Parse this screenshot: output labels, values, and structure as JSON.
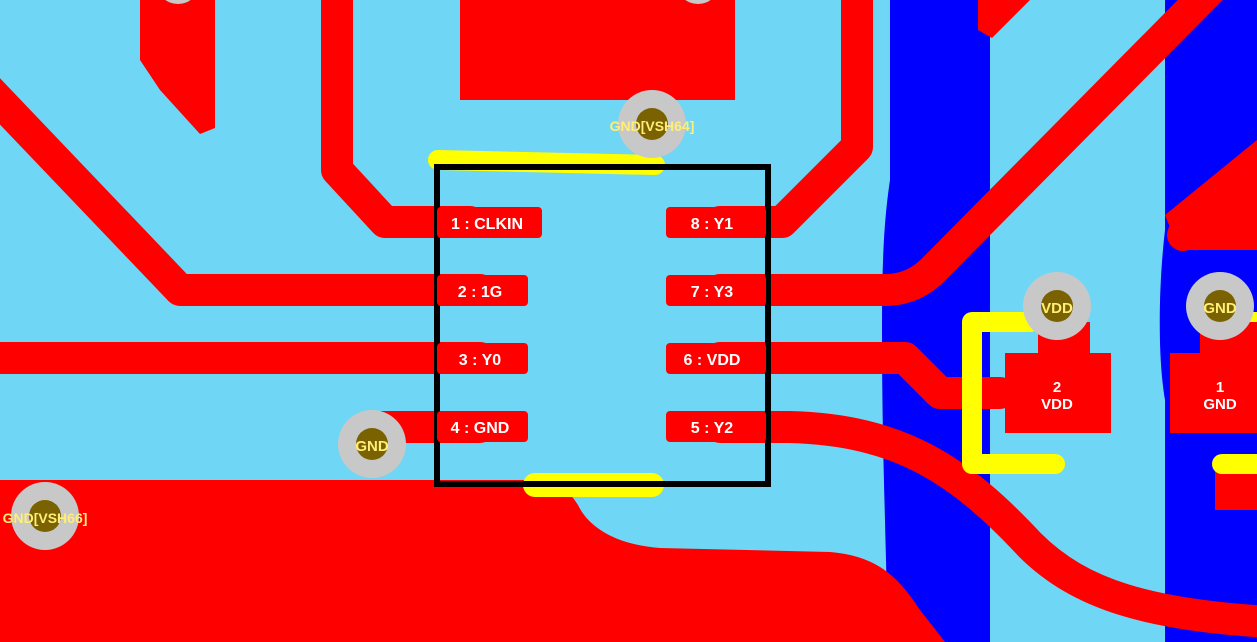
{
  "colors": {
    "background": "#6fd6f6",
    "top_copper": "#ff0000",
    "bottom_copper": "#0000ff",
    "silkscreen": "#ffff00",
    "outline": "#000000",
    "via_ring": "#c8c8c8",
    "via_hole": "#7a6200",
    "label_text": "#ffffff",
    "via_text": "#ffee77"
  },
  "ic": {
    "pins": [
      {
        "label": "1 : CLKIN"
      },
      {
        "label": "2 : 1G"
      },
      {
        "label": "3 : Y0"
      },
      {
        "label": "4 : GND"
      },
      {
        "label": "5 : Y2"
      },
      {
        "label": "6 : VDD"
      },
      {
        "label": "7 : Y3"
      },
      {
        "label": "8 : Y1"
      }
    ]
  },
  "vias": [
    {
      "label": "GND[VSH64]"
    },
    {
      "label": "GND"
    },
    {
      "label": "GND[VSH66]"
    },
    {
      "label": "VDD"
    },
    {
      "label": "GND"
    }
  ],
  "components": [
    {
      "number": "2",
      "net": "VDD"
    },
    {
      "number": "1",
      "net": "GND"
    }
  ]
}
